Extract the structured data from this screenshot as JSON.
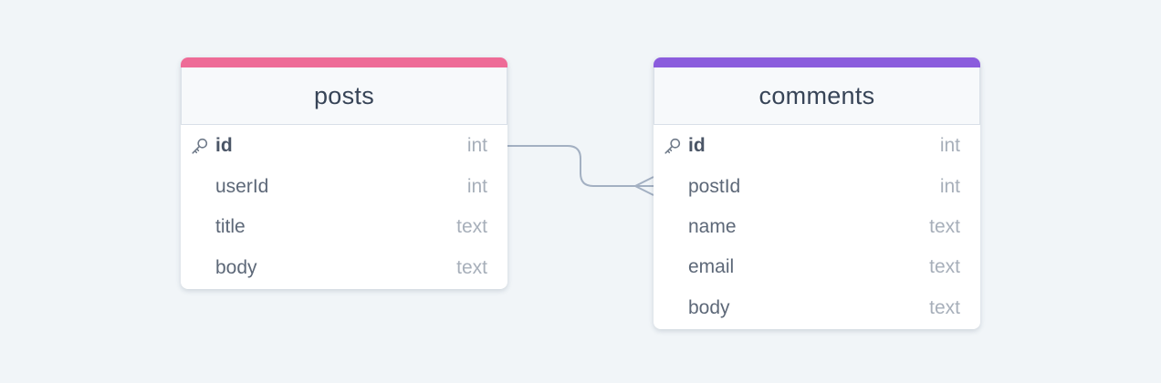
{
  "tables": [
    {
      "name": "posts",
      "accent_color": "#ee6b97",
      "columns": [
        {
          "name": "id",
          "type": "int",
          "primary_key": true
        },
        {
          "name": "userId",
          "type": "int",
          "primary_key": false
        },
        {
          "name": "title",
          "type": "text",
          "primary_key": false
        },
        {
          "name": "body",
          "type": "text",
          "primary_key": false
        }
      ]
    },
    {
      "name": "comments",
      "accent_color": "#8b5cdd",
      "columns": [
        {
          "name": "id",
          "type": "int",
          "primary_key": true
        },
        {
          "name": "postId",
          "type": "int",
          "primary_key": false
        },
        {
          "name": "name",
          "type": "text",
          "primary_key": false
        },
        {
          "name": "email",
          "type": "text",
          "primary_key": false
        },
        {
          "name": "body",
          "type": "text",
          "primary_key": false
        }
      ]
    }
  ],
  "relations": [
    {
      "from": "posts.id",
      "to": "comments.postId",
      "cardinality": "one-to-many"
    }
  ],
  "colors": {
    "background": "#f1f5f8",
    "connector": "#a3b0c2"
  }
}
